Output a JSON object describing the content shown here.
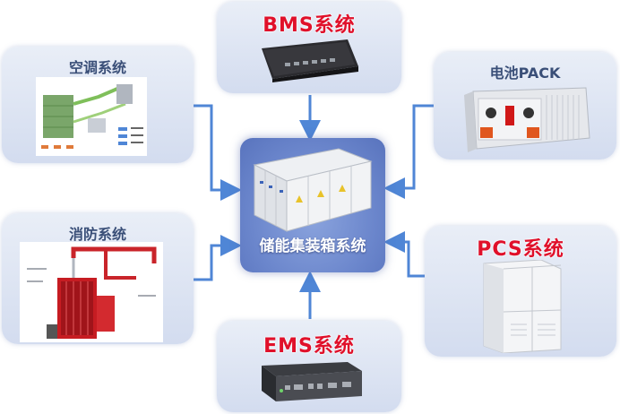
{
  "center": {
    "label": "储能集装箱系统"
  },
  "nodes": {
    "bms": {
      "label": "BMS系统"
    },
    "hvac": {
      "label": "空调系统"
    },
    "battery": {
      "label": "电池PACK"
    },
    "fire": {
      "label": "消防系统"
    },
    "pcs": {
      "label": "PCS系统"
    },
    "ems": {
      "label": "EMS系统"
    }
  },
  "colors": {
    "arrow": "#4f86d6",
    "title_red": "#e0102a",
    "title_blue": "#3a4f78",
    "box_fill": "#dde4f2",
    "center_fill": "#6b86cc"
  }
}
